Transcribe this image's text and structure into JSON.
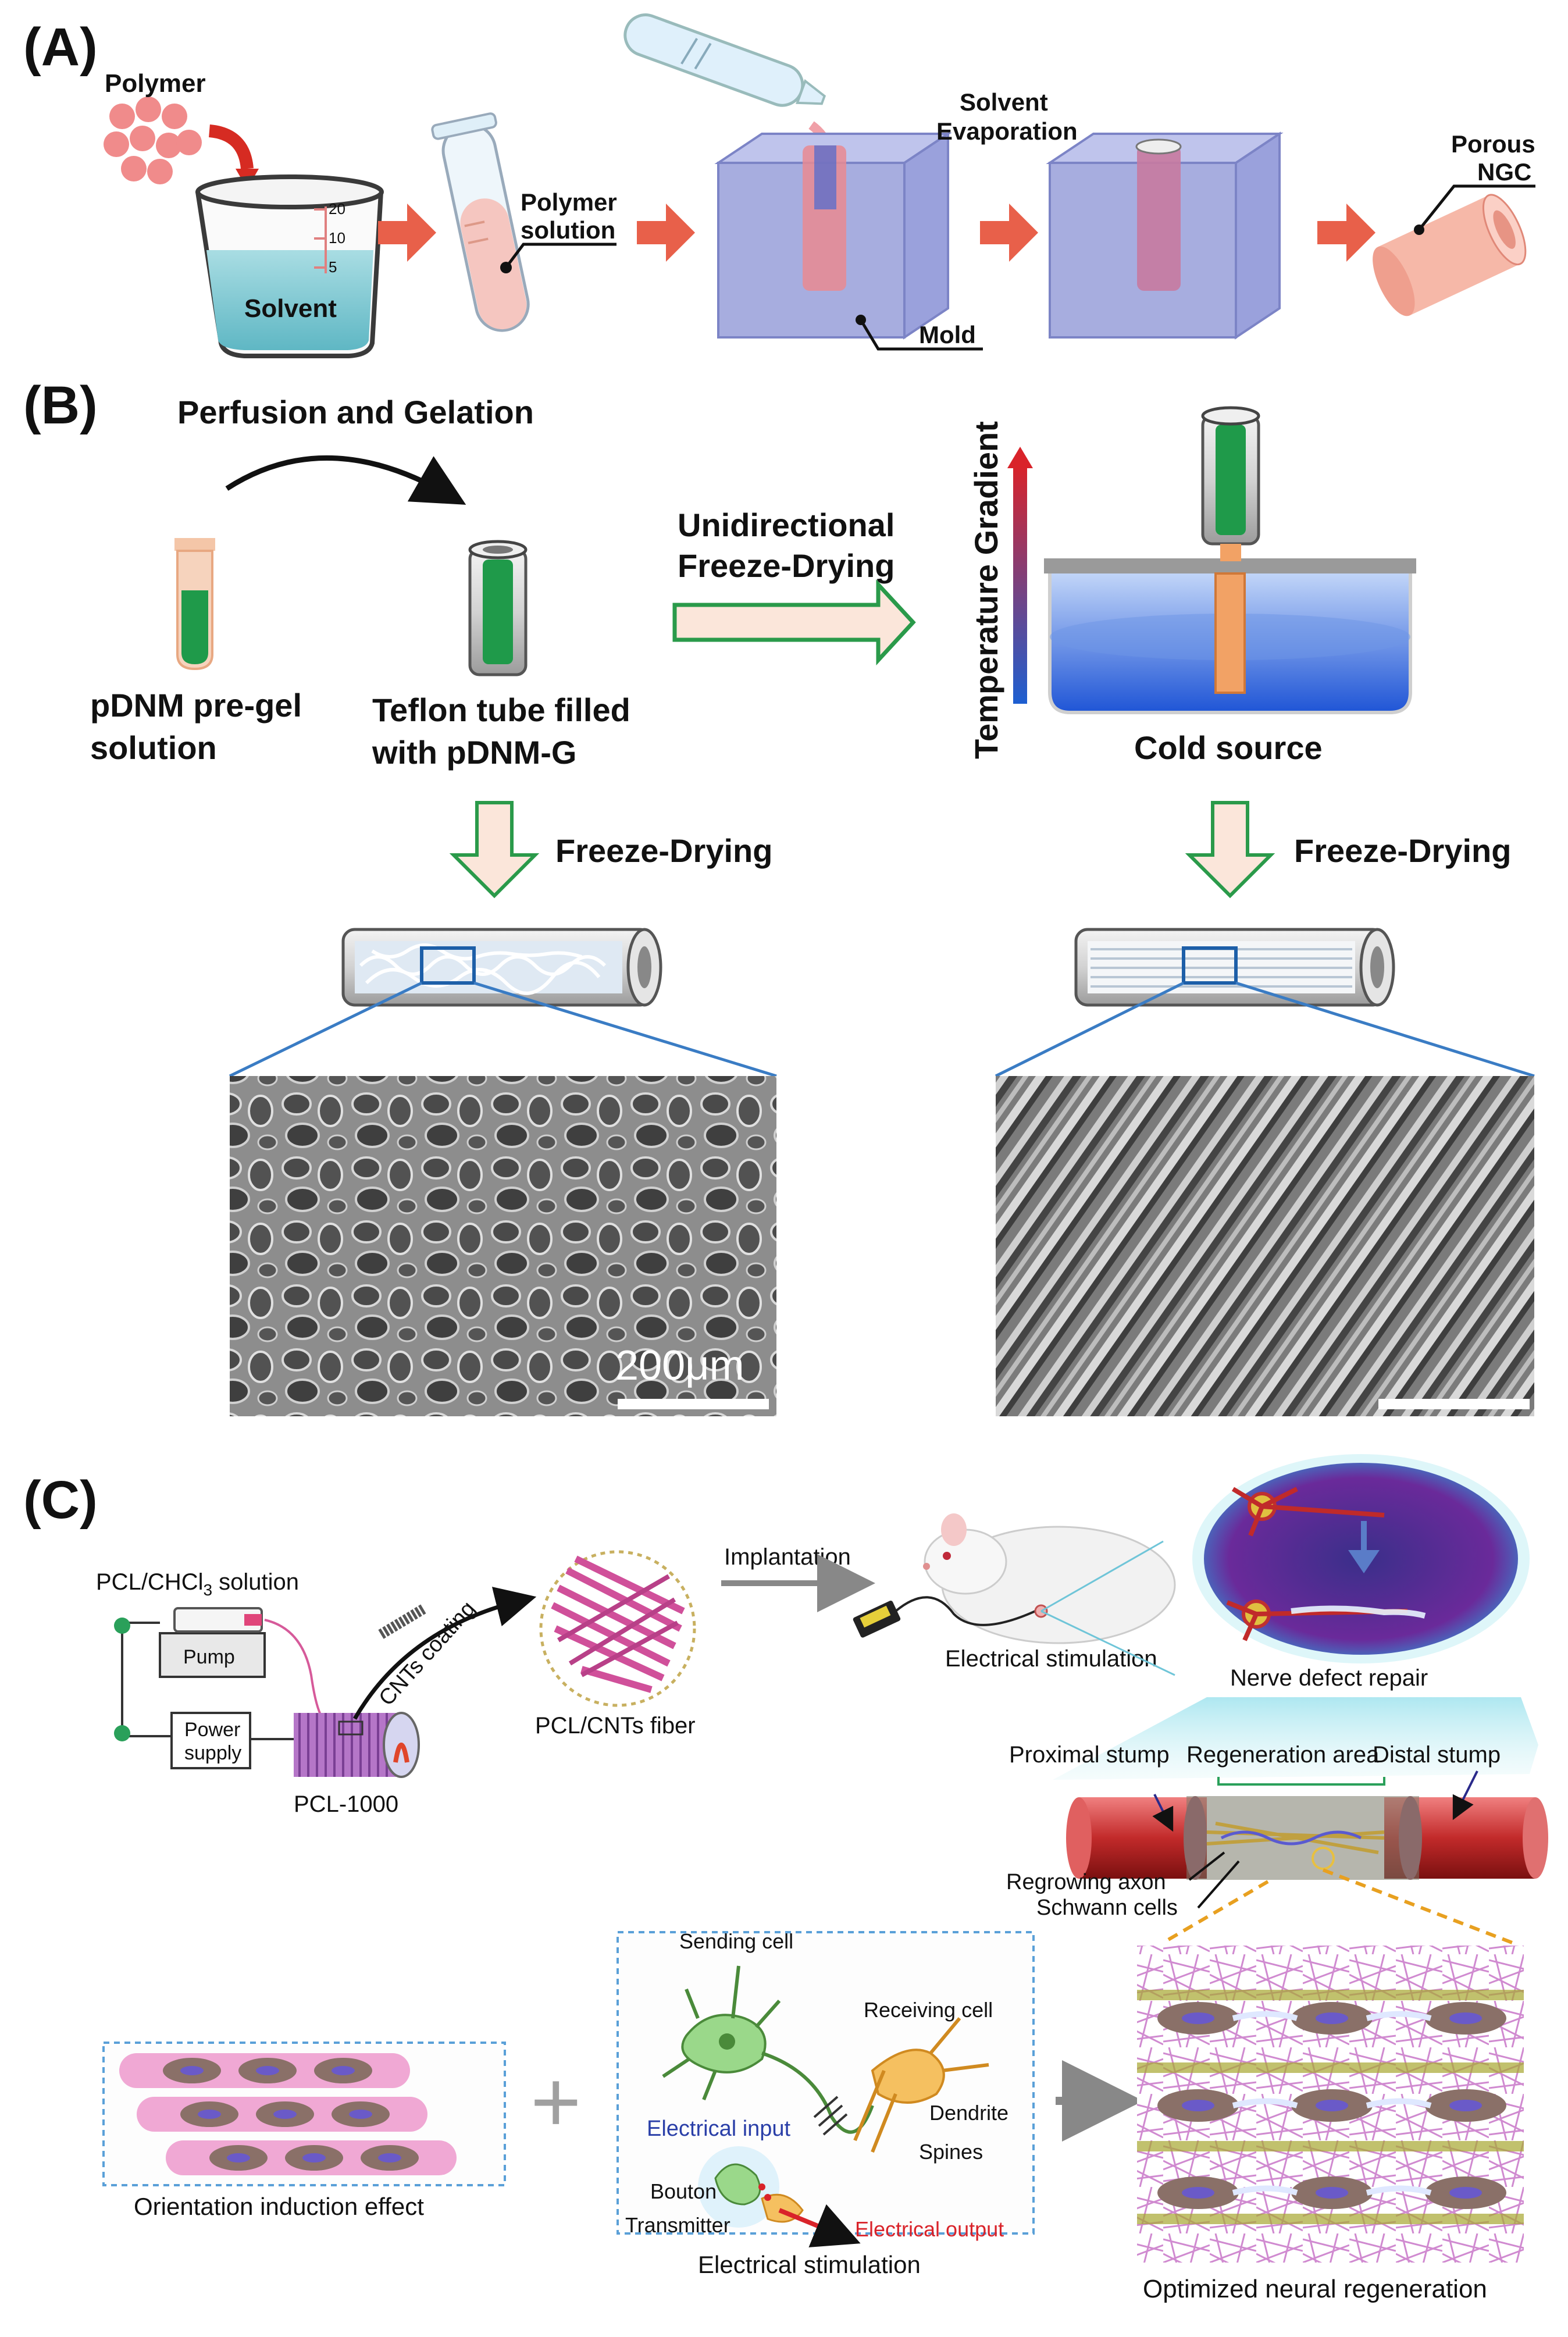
{
  "panels": {
    "a": {
      "letter": "(A)",
      "polymer": "Polymer",
      "solvent": "Solvent",
      "beaker_ticks": [
        "20",
        "10",
        "5"
      ],
      "polymer_solution": [
        "Polymer",
        "solution"
      ],
      "solvent_evaporation": [
        "Solvent",
        "Evaporation"
      ],
      "mold": "Mold",
      "porous_ngc": [
        "Porous",
        "NGC"
      ]
    },
    "b": {
      "letter": "(B)",
      "perfusion_gelation": "Perfusion and Gelation",
      "pregel": [
        "pDNM pre-gel",
        "solution"
      ],
      "teflon": [
        "Teflon tube filled",
        "with pDNM-G"
      ],
      "unidirectional": [
        "Unidirectional",
        "Freeze-Drying"
      ],
      "temperature_gradient": "Temperature Gradient",
      "cold_source": "Cold source",
      "freeze_drying_left": "Freeze-Drying",
      "freeze_drying_right": "Freeze-Drying",
      "scale_bar": "200μm"
    },
    "c": {
      "letter": "(C)",
      "pcl_solution": "PCL/CHCl",
      "pcl_solution_sub": "3",
      "pcl_solution_tail": " solution",
      "pump": "Pump",
      "power_supply": [
        "Power",
        "supply"
      ],
      "pcl_1000": "PCL-1000",
      "cnts_coating": "CNTs coating",
      "pcl_cnts_fiber": "PCL/CNTs fiber",
      "implantation": "Implantation",
      "electrical_stimulation_top": "Electrical stimulation",
      "nerve_defect_repair": "Nerve defect repair",
      "proximal_stump": "Proximal stump",
      "regeneration_area": "Regeneration area",
      "distal_stump": "Distal stump",
      "regrowing_axon": "Regrowing axon",
      "schwann_cells": "Schwann cells",
      "plus": "+",
      "sending_cell": "Sending cell",
      "receiving_cell": "Receiving cell",
      "electrical_input": "Electrical input",
      "dendrite": "Dendrite",
      "spines": "Spines",
      "bouton": "Bouton",
      "transmitter": "Transmitter",
      "electrical_output": "Electrical output",
      "orientation_induction": "Orientation induction effect",
      "electrical_stimulation_bottom": "Electrical stimulation",
      "optimized_regeneration": "Optimized neural regeneration"
    }
  },
  "colors": {
    "arrow_red": "#e8604a",
    "gel_green": "#1f9a4a",
    "fiber_pink": "#d0509a",
    "mold_blue": "#8a93d0",
    "electrical_input_blue": "#2a3fa8",
    "electrical_output_red": "#d9232a"
  }
}
